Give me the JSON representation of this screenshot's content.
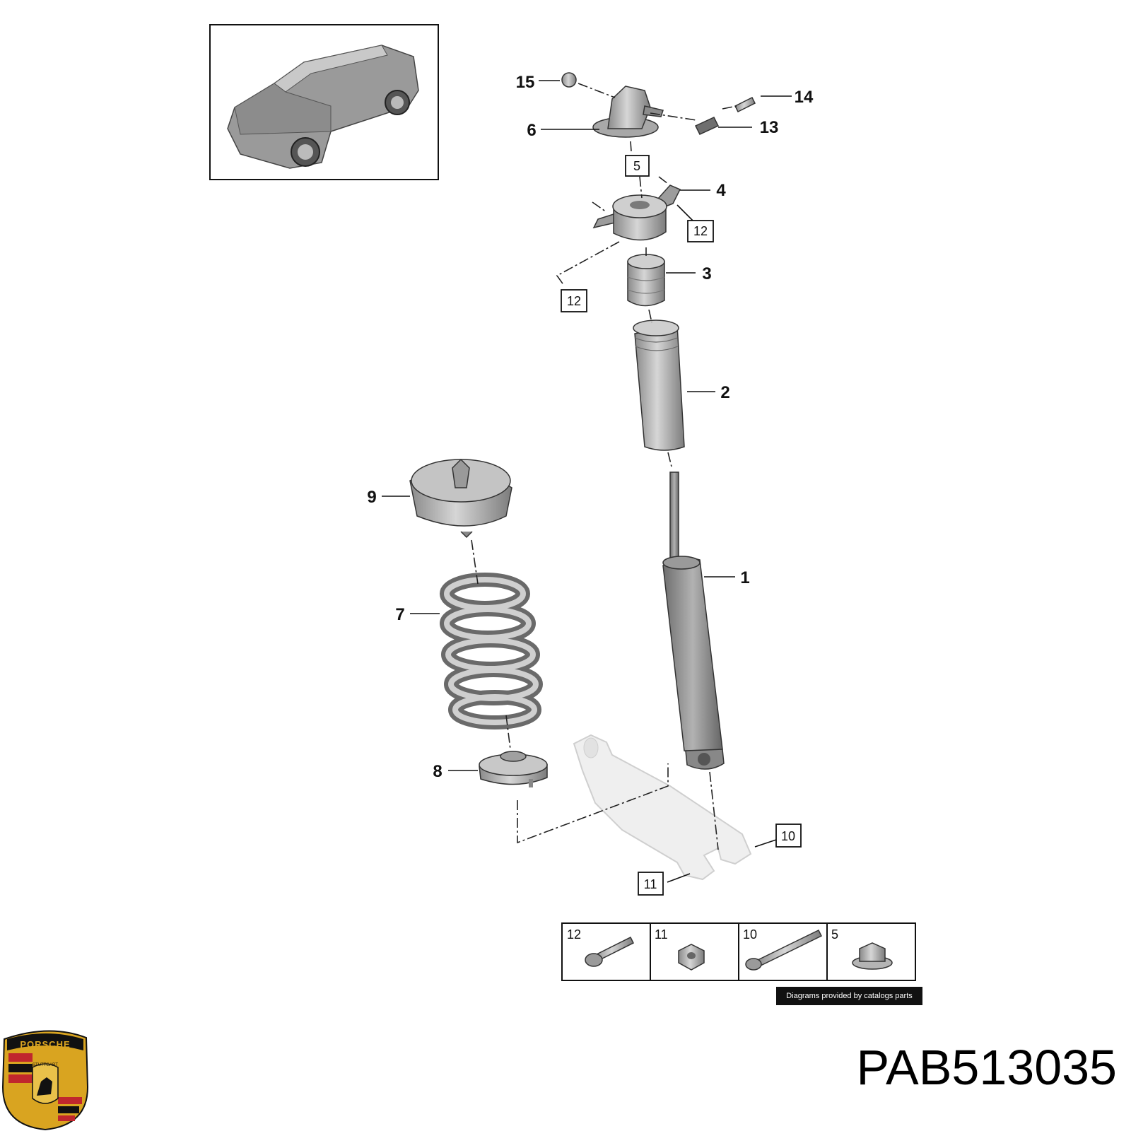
{
  "callouts": {
    "c1": "1",
    "c2": "2",
    "c3": "3",
    "c4": "4",
    "c6": "6",
    "c7": "7",
    "c8": "8",
    "c9": "9",
    "c13": "13",
    "c14": "14",
    "c15": "15"
  },
  "boxed_refs": {
    "b5": "5",
    "b12a": "12",
    "b12b": "12",
    "b10": "10",
    "b11": "11"
  },
  "fastener_table": [
    {
      "ref": "12",
      "icon": "bolt-with-washer-icon"
    },
    {
      "ref": "11",
      "icon": "flange-nut-icon"
    },
    {
      "ref": "10",
      "icon": "long-bolt-icon"
    },
    {
      "ref": "5",
      "icon": "hex-flange-nut-icon"
    }
  ],
  "credit": "Diagrams provided by catalogs parts",
  "part_number": "PAB513035",
  "brand": {
    "logo_text": "PORSCHE",
    "crest_text": "STUTTGART",
    "colors": {
      "gold": "#d9a420",
      "red": "#c0272d",
      "black": "#111111"
    }
  }
}
